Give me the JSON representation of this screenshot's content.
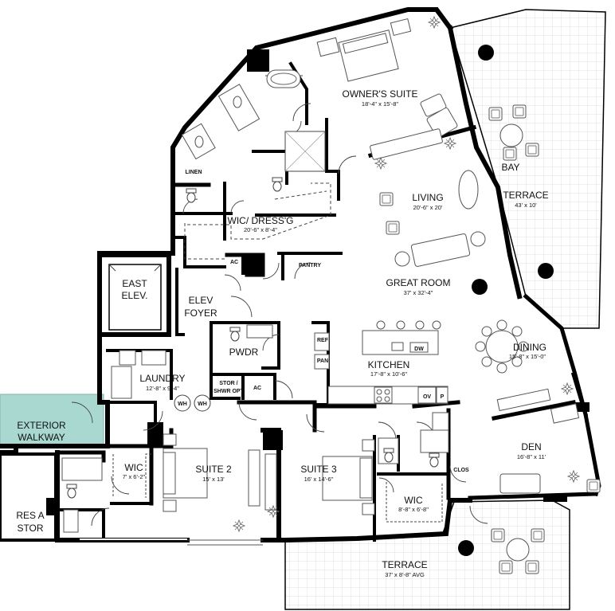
{
  "rooms": {
    "owners_suite": {
      "name": "OWNER'S SUITE",
      "dim": "18'-4\" x 15'-8\""
    },
    "bay_terrace": {
      "name1": "BAY",
      "name2": "TERRACE",
      "dim": "43' x 10'"
    },
    "living": {
      "name": "LIVING",
      "dim": "20'-6\" x 20'"
    },
    "wic_dressing": {
      "name": "WIC/ DRESS'G",
      "dim": "20'-6\" x 8'-4\""
    },
    "linen": {
      "name": "LINEN"
    },
    "east_elev": {
      "name1": "EAST",
      "name2": "ELEV."
    },
    "elev_foyer": {
      "name1": "ELEV",
      "name2": "FOYER"
    },
    "ac1": {
      "name": "AC"
    },
    "pantry": {
      "name": "PANTRY"
    },
    "great_room": {
      "name": "GREAT ROOM",
      "dim": "37' x 32'-4\""
    },
    "pwdr": {
      "name": "PWDR"
    },
    "kitchen": {
      "name": "KITCHEN",
      "dim": "17'-8\" x 10'-6\""
    },
    "ref": {
      "name": "REF"
    },
    "pan": {
      "name": "PAN"
    },
    "dw": {
      "name": "DW"
    },
    "ov": {
      "name": "OV"
    },
    "p": {
      "name": "P"
    },
    "dining": {
      "name": "DINING",
      "dim": "15'-8\" x 15'-0\""
    },
    "laundry": {
      "name": "LAUNDRY",
      "dim": "12'-8\" x 9'-4\""
    },
    "stor": {
      "name1": "STOR /",
      "name2": "SHWR OPT"
    },
    "ac2": {
      "name": "AC"
    },
    "wh1": {
      "name": "WH"
    },
    "wh2": {
      "name": "WH"
    },
    "exterior_walkway": {
      "name1": "EXTERIOR",
      "name2": "WALKWAY"
    },
    "wic2": {
      "name": "WIC",
      "dim": "7' x 6'-2\""
    },
    "suite2": {
      "name": "SUITE 2",
      "dim": "15' x 13'"
    },
    "suite3": {
      "name": "SUITE 3",
      "dim": "16' x 14'-6\""
    },
    "wic3": {
      "name": "WIC",
      "dim": "8'-8\" x 6'-8\""
    },
    "clos": {
      "name": "CLOS"
    },
    "den": {
      "name": "DEN",
      "dim": "16'-8\" x 11'"
    },
    "res_a_stor": {
      "name1": "RES A",
      "name2": "STOR"
    },
    "terrace": {
      "name": "TERRACE",
      "dim": "37' x 8'-8\" AVG"
    }
  },
  "colors": {
    "wall": "#000000",
    "walkway_fill": "#a8d8cf",
    "terrace_grid": "#d9d9d9",
    "plant": "#666666"
  }
}
